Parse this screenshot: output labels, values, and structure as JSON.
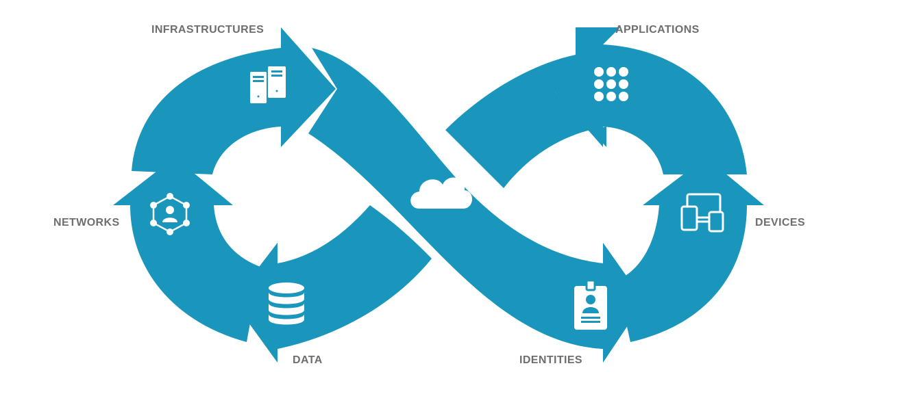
{
  "colors": {
    "primary": "#1a96bd",
    "label": "#6e6e6e",
    "icon": "#ffffff",
    "background": "#ffffff"
  },
  "segments": {
    "infrastructures": {
      "label": "INFRASTRUCTURES",
      "icon": "server-icon"
    },
    "applications": {
      "label": "APPLICATIONS",
      "icon": "app-grid-icon"
    },
    "networks": {
      "label": "NETWORKS",
      "icon": "network-icon"
    },
    "devices": {
      "label": "DEVICES",
      "icon": "devices-icon"
    },
    "data": {
      "label": "DATA",
      "icon": "database-icon"
    },
    "identities": {
      "label": "IDENTITIES",
      "icon": "id-badge-icon"
    }
  },
  "center": {
    "icon": "cloud-icon"
  }
}
